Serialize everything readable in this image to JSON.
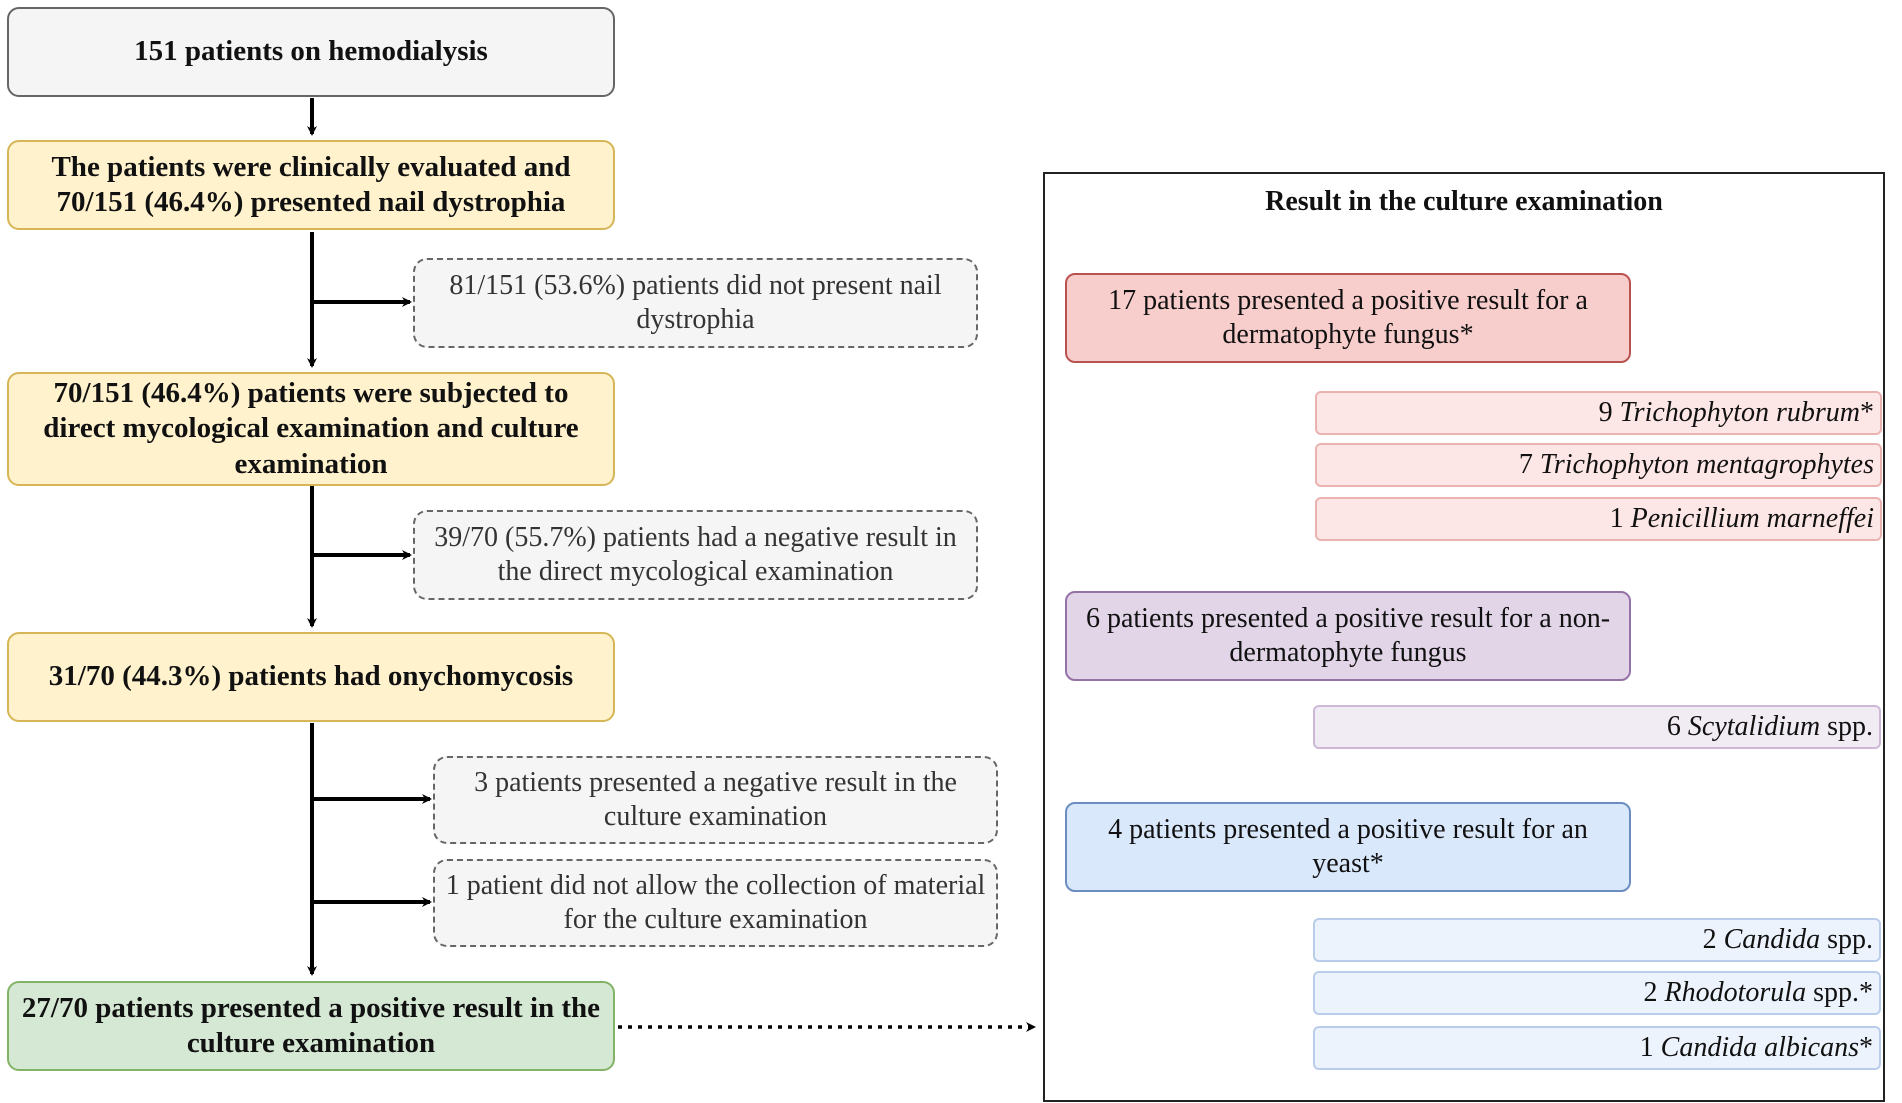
{
  "flow": {
    "step1": "151  patients on hemodialysis",
    "step2": "The patients were clinically evaluated and 70/151 (46.4%) presented nail dystrophia",
    "side1": "81/151 (53.6%) patients did not present nail dystrophia",
    "step3": "70/151 (46.4%) patients were subjected to direct mycological examination and culture examination",
    "side2": "39/70 (55.7%) patients had a negative result in the direct mycological examination",
    "step4": "31/70 (44.3%) patients had onychomycosis",
    "side3": "3 patients presented a negative result in the culture examination",
    "side4": "1 patient did not allow the collection of material for the culture examination",
    "step5": "27/70 patients presented a positive result in the culture examination"
  },
  "panel": {
    "title": "Result in the culture examination",
    "dermatophyte": {
      "label": "17 patients presented a positive result for a dermatophyte fungus*",
      "species": [
        {
          "count": "9",
          "name": "Trichophyton rubrum",
          "suffix": "*"
        },
        {
          "count": "7",
          "name": "Trichophyton mentagrophytes",
          "suffix": ""
        },
        {
          "count": "1",
          "name": "Penicillium marneffei",
          "suffix": ""
        }
      ]
    },
    "non_dermatophyte": {
      "label": "6 patients presented a positive result for a non-dermatophyte fungus",
      "species": [
        {
          "count": "6",
          "name": "Scytalidium",
          "suffix": " spp."
        }
      ]
    },
    "yeast": {
      "label": "4 patients presented a positive result for an yeast*",
      "species": [
        {
          "count": "2",
          "name": "Candida",
          "suffix": " spp."
        },
        {
          "count": "2",
          "name": "Rhodotorula",
          "suffix": " spp.*"
        },
        {
          "count": "1",
          "name": "Candida albicans",
          "suffix": "*"
        }
      ]
    }
  },
  "colors": {
    "neutral_fill": "#f5f5f5",
    "yellow_fill": "#fff2cc",
    "green_fill": "#d5e8d4",
    "red_fill": "#f8cecc",
    "purple_fill": "#e1d5e7",
    "blue_fill": "#dae8fc"
  }
}
